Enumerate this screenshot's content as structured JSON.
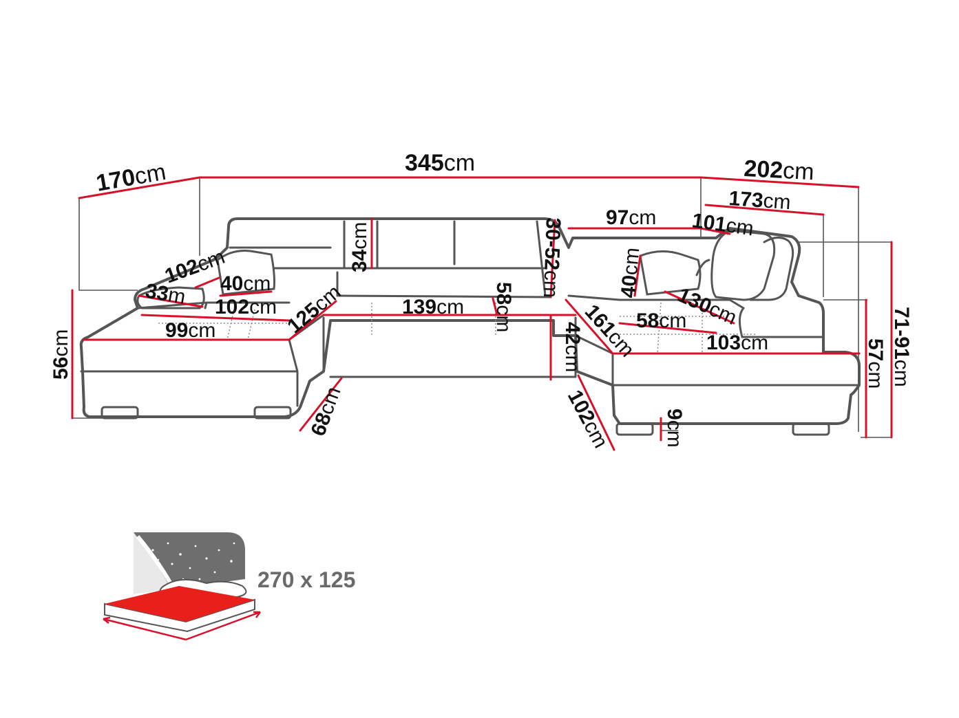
{
  "colors": {
    "dimension_line": "#d8102a",
    "outline": "#555555",
    "bed_panel": "#6e6e6e",
    "mattress": "#e8201c"
  },
  "dimensions": {
    "d170": {
      "value": "170",
      "unit": "cm"
    },
    "d345": {
      "value": "345",
      "unit": "cm"
    },
    "d202": {
      "value": "202",
      "unit": "cm"
    },
    "d173": {
      "value": "173",
      "unit": "cm"
    },
    "d97": {
      "value": "97",
      "unit": "cm"
    },
    "d101": {
      "value": "101",
      "unit": "cm"
    },
    "d3052": {
      "value": "30-52",
      "unit": "cm"
    },
    "d34": {
      "value": "34",
      "unit": "cm"
    },
    "d102a": {
      "value": "102",
      "unit": "cm"
    },
    "d33": {
      "value": "33",
      "unit": "m"
    },
    "d40a": {
      "value": "40",
      "unit": "cm"
    },
    "d102b": {
      "value": "102",
      "unit": "cm"
    },
    "d125": {
      "value": "125",
      "unit": "cm"
    },
    "d139": {
      "value": "139",
      "unit": "cm"
    },
    "d58a": {
      "value": "58",
      "unit": "cm"
    },
    "d40b": {
      "value": "40",
      "unit": "cm"
    },
    "d130": {
      "value": "130",
      "unit": "cm"
    },
    "d161": {
      "value": "161",
      "unit": "cm"
    },
    "d58b": {
      "value": "58",
      "unit": "cm"
    },
    "d103": {
      "value": "103",
      "unit": "cm"
    },
    "d99": {
      "value": "99",
      "unit": "cm"
    },
    "d56": {
      "value": "56",
      "unit": "cm"
    },
    "d42": {
      "value": "42",
      "unit": "cm"
    },
    "d7191": {
      "value": "71-91",
      "unit": "cm"
    },
    "d57": {
      "value": "57",
      "unit": "cm"
    },
    "d68": {
      "value": "68",
      "unit": "cm"
    },
    "d102c": {
      "value": "102",
      "unit": "cm"
    },
    "d9": {
      "value": "9",
      "unit": "cm"
    }
  },
  "bed": {
    "size_label": "270 x 125",
    "icon": "sofa-bed-icon"
  }
}
